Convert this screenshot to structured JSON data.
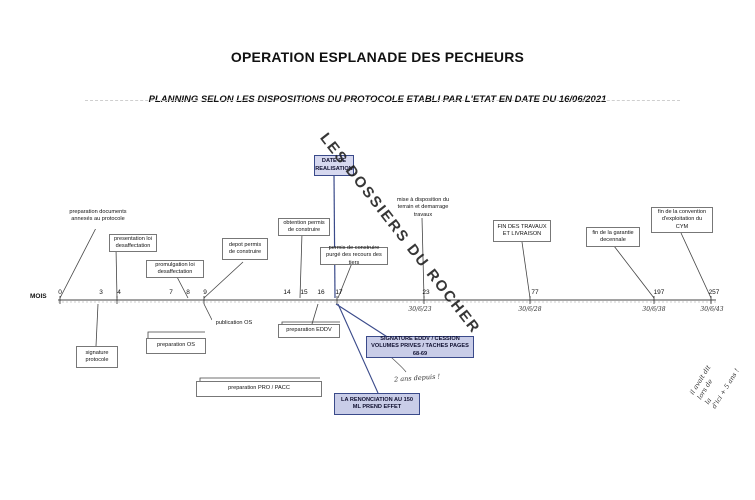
{
  "title": "OPERATION ESPLANADE DES PECHEURS",
  "subtitle": "PLANNING SELON LES DISPOSITIONS DU PROTOCOLE ETABLI PAR L'ETAT EN DATE DU 16/06/2021",
  "axis_label": "MOIS",
  "ticks": {
    "t0": "0",
    "t3": "3",
    "t4": "4",
    "t7": "7",
    "t8": "8",
    "t9": "9",
    "t14": "14",
    "t15": "15",
    "t16": "16",
    "t17": "17",
    "t23": "23",
    "t77": "77",
    "t197": "197",
    "t257": "257"
  },
  "boxes": {
    "preparation_docs": "preparation documents annexés au protocole",
    "presentation_loi": "presentation loi desaffectation",
    "promulgation_loi": "promulgation loi desaffectation",
    "depot_permis": "depot permis de construire",
    "obtention_permis": "obtention permis de construire",
    "date_realisation": "DATE DE REALISATION",
    "purge_permis": "permis de construire purgé des recours des tiers",
    "mise_disposition": "mise à disposition du terrain et demarrage travaux",
    "fin_travaux": "FIN DES TRAVAUX ET LIVRAISON",
    "fin_garantie": "fin de la garantie decennale",
    "fin_convention": "fin de la convention d'exploitation du CYM",
    "signature_protocole": "signature protocole",
    "publication_os": "publication OS",
    "preparation_os": "preparation OS",
    "preparation_eddv": "preparation EDDV",
    "preparation_pro": "preparation PRO / PACC",
    "signature_eddv": "SIGNATURE EDDV / CESSION VOLUMES PRIVES / TACHES PAGES 68-69",
    "renonciation": "LA RENONCIATION AU 150 ML PREND EFFET"
  },
  "handwritten": {
    "date_23": "30/6/23",
    "date_77": "30/6/28",
    "date_197": "30/6/38",
    "date_257": "30/6/43",
    "depot_note": "2 ans depuis !",
    "side_note_1": "il avait dit",
    "side_note_2": "lors de",
    "side_note_3": "la",
    "side_note_4": "d'ici + 5 ans !"
  },
  "watermark": "LES DOSSIERS DU ROCHER",
  "colors": {
    "accent_dark_box": "#c9cde8",
    "accent_line": "#3a4a8a"
  }
}
